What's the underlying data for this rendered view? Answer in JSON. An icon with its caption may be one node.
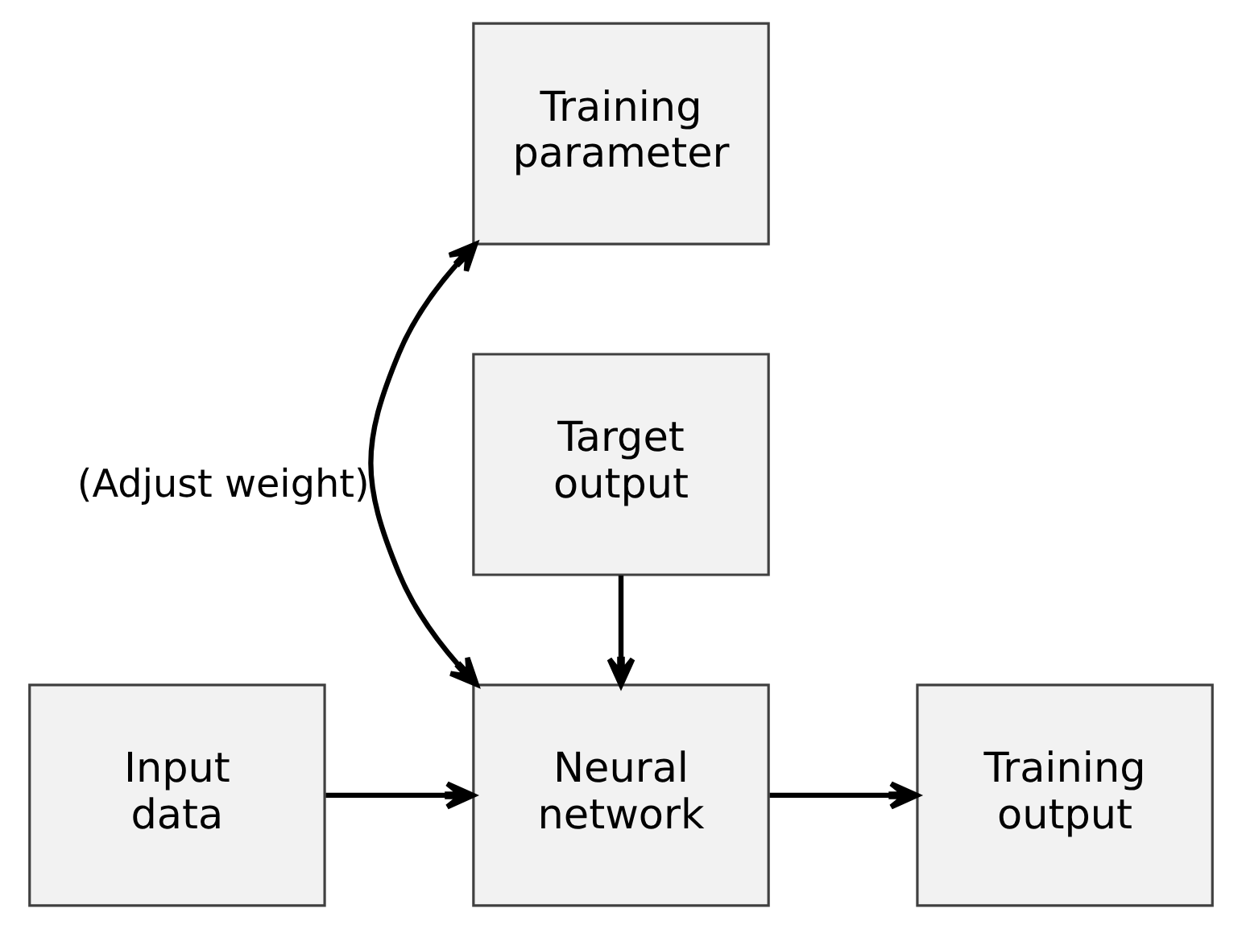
{
  "diagram": {
    "nodes": [
      {
        "text": [
          "Training parameter"
        ]
      },
      {
        "text": [
          "Input data"
        ]
      },
      {
        "text": [
          "Neural network"
        ]
      },
      {
        "text": [
          "Training output"
        ]
      },
      {
        "text": [
          "Target output"
        ]
      }
    ],
    "edges": [
      {
        "from": 0,
        "to": 2,
        "arrow": "both",
        "label": "(Adjust weight)"
      },
      {
        "from": 1,
        "to": 2,
        "arrow": "to"
      },
      {
        "from": 2,
        "to": 3,
        "arrow": "to"
      },
      {
        "from": 4,
        "to": 2,
        "arrow": "to"
      }
    ]
  }
}
